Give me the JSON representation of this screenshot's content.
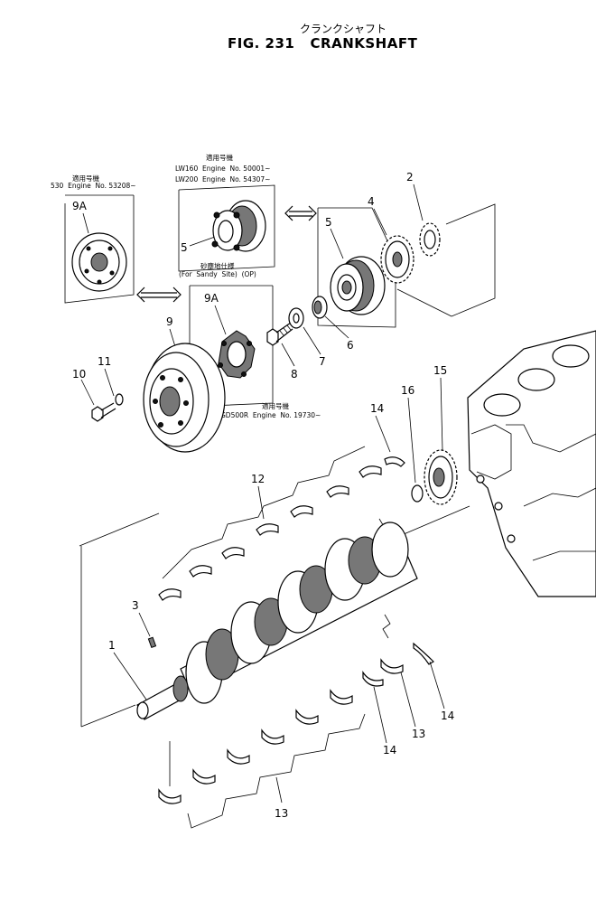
{
  "header": {
    "title_jp": "クランクシャフト",
    "title": "FIG. 231   CRANKSHAFT"
  },
  "notes": {
    "n530_jp": "適用号機",
    "n530": "530  Engine  No. 53208~",
    "lw_jp": "適用号機",
    "lw160": "LW160  Engine  No. 50001~",
    "lw200": "LW200  Engine  No. 54307~",
    "sandy_jp": "砂塵地仕様",
    "sandy": "(For  Sandy  Site)  (OP)",
    "gd_jp": "適用号機",
    "gd500r": "GD500R  Engine  No. 19730~"
  },
  "callouts": {
    "c1": "1",
    "c2": "2",
    "c3": "3",
    "c4": "4",
    "c5a": "5",
    "c5b": "5",
    "c6": "6",
    "c7": "7",
    "c8": "8",
    "c9": "9",
    "c9a_a": "9A",
    "c9a_b": "9A",
    "c10": "10",
    "c11": "11",
    "c12": "12",
    "c13a": "13",
    "c13b": "13",
    "c14a": "14",
    "c14b": "14",
    "c14c": "14",
    "c15": "15",
    "c16": "16"
  }
}
